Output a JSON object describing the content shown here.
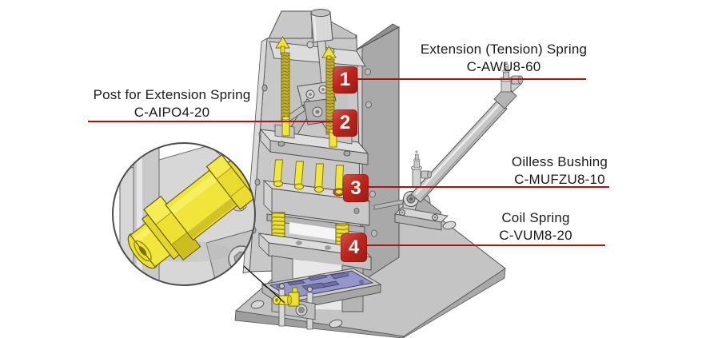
{
  "diagram": {
    "callouts": [
      {
        "marker": "1",
        "name": "Extension (Tension) Spring",
        "part_no": "C-AWU8-60"
      },
      {
        "marker": "2",
        "name": "Post for Extension Spring",
        "part_no": "C-AIPO4-20"
      },
      {
        "marker": "3",
        "name": "Oilless Bushing",
        "part_no": "C-MUFZU8-10"
      },
      {
        "marker": "4",
        "name": "Coil Spring",
        "part_no": "C-VUM8-20"
      }
    ]
  },
  "colors": {
    "background": "#ffffff",
    "marker_red": "#c0251c",
    "leader_line_red": "#a81414",
    "label_text": "#1a1a1a",
    "brass_yellow": "#f0e53a",
    "spring_olive": "#c3b033",
    "machine_gray": "#c6c6c6",
    "fixture_blue": "#9396c6",
    "detail_outline": "#4c4c4c"
  }
}
